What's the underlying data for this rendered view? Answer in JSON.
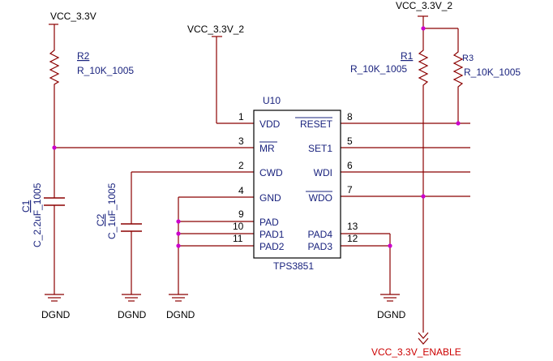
{
  "nets": {
    "vcc_left": "VCC_3.3V",
    "vcc2_mid": "VCC_3.3V_2",
    "vcc2_right": "VCC_3.3V_2",
    "enable": "VCC_3.3V_ENABLE",
    "gnd1": "DGND",
    "gnd2": "DGND",
    "gnd3": "DGND",
    "gnd4": "DGND"
  },
  "components": {
    "r2": {
      "ref": "R2",
      "value": "R_10K_1005"
    },
    "r1": {
      "ref": "R1",
      "value": "R_10K_1005"
    },
    "r3": {
      "ref": "R3",
      "value": "R_10K_1005"
    },
    "c1": {
      "ref": "C1",
      "value": "C_2.2uF_1005"
    },
    "c2": {
      "ref": "C2",
      "value": "C_1uF_1005"
    }
  },
  "ic": {
    "ref": "U10",
    "part": "TPS3851",
    "left_pins": [
      {
        "num": "1",
        "name": "VDD"
      },
      {
        "num": "3",
        "name": "MR"
      },
      {
        "num": "2",
        "name": "CWD"
      },
      {
        "num": "4",
        "name": "GND"
      },
      {
        "num": "9",
        "name": "PAD"
      },
      {
        "num": "10",
        "name": "PAD1"
      },
      {
        "num": "11",
        "name": "PAD2"
      }
    ],
    "right_pins": [
      {
        "num": "8",
        "name": "RESET"
      },
      {
        "num": "5",
        "name": "SET1"
      },
      {
        "num": "6",
        "name": "WDI"
      },
      {
        "num": "7",
        "name": "WDO"
      },
      {
        "num": "13",
        "name": "PAD4"
      },
      {
        "num": "12",
        "name": "PAD3"
      }
    ]
  },
  "colors": {
    "wire": "#8b0000",
    "label": "#1a237e",
    "body": "#000000",
    "enable": "#cc0000"
  }
}
